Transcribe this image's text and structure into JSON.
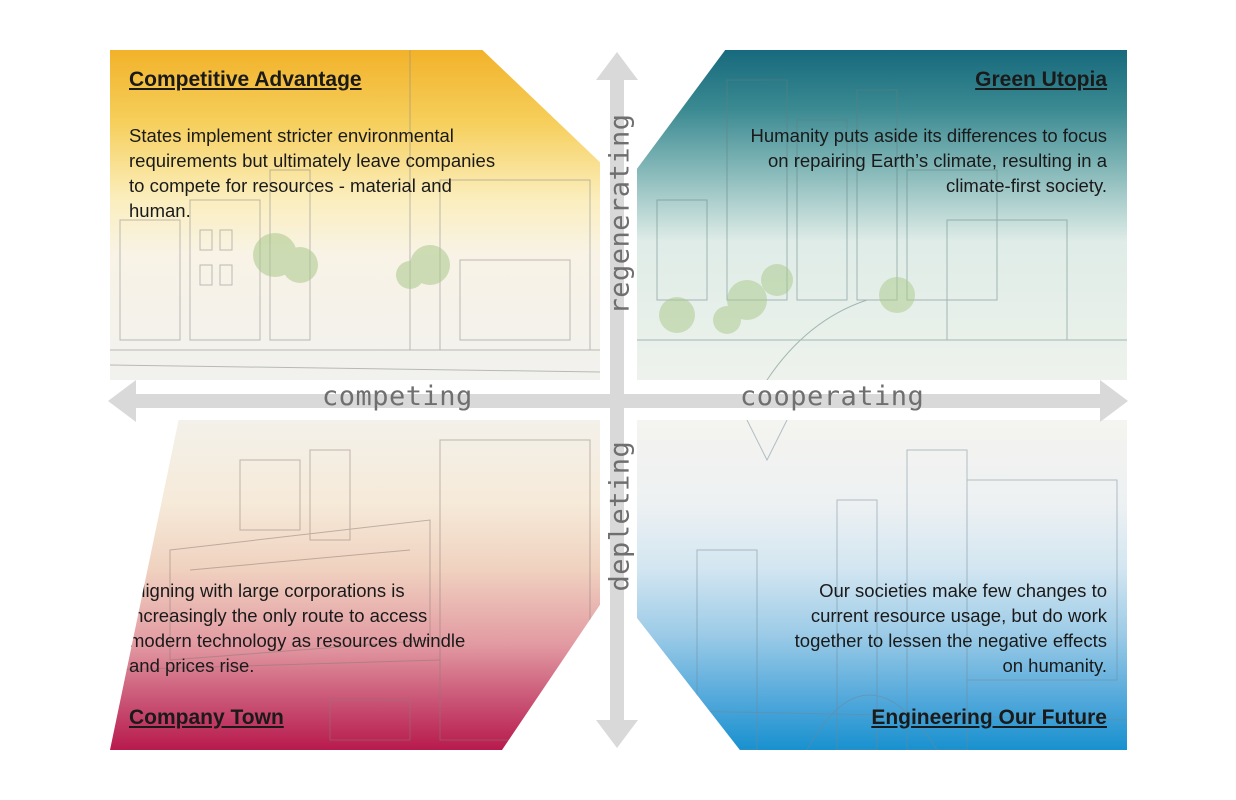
{
  "quadrants": {
    "top_left": {
      "title": "Competitive Advantage",
      "text": "States implement stricter environmental requirements but ultimately leave companies to compete for resources - material and human."
    },
    "top_right": {
      "title": "Green Utopia",
      "text": "Humanity puts aside its differences to focus on repairing Earth’s climate, resulting in a climate-first society."
    },
    "bottom_left": {
      "title": "Company Town",
      "text": "Aligning with large corporations is increasingly the only route to access modern technology as resources dwindle and prices rise."
    },
    "bottom_right": {
      "title": "Engineering Our Future",
      "text": "Our societies make few changes to current resource usage, but do work together to lessen the negative effects on humanity."
    }
  },
  "axes": {
    "top": "regenerating",
    "bottom": "depleting",
    "left": "competing",
    "right": "cooperating"
  },
  "colors": {
    "competitive_advantage": "#f2b22a",
    "green_utopia": "#176a7d",
    "company_town": "#b81a4d",
    "engineering_our_future": "#1891cf",
    "axis": "#d9d9d9",
    "axis_text": "#6f6f6f"
  }
}
